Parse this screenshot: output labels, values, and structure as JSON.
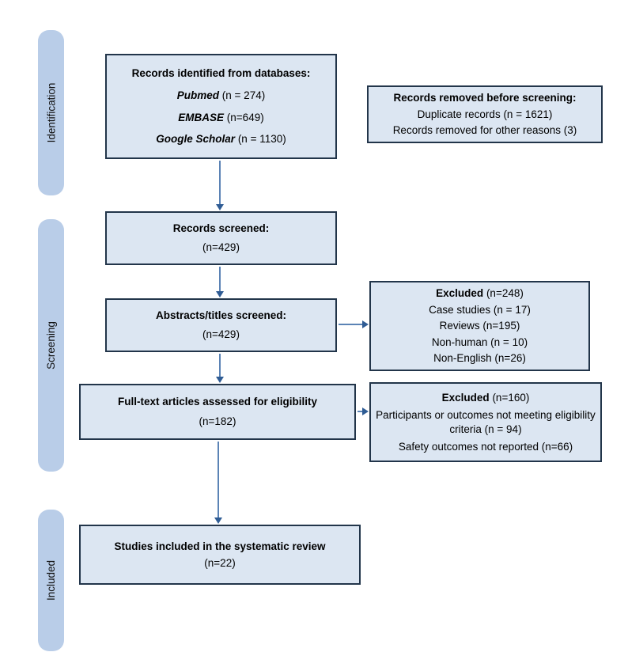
{
  "colors": {
    "box_fill": "#dce6f2",
    "box_border": "#22354a",
    "stage_fill": "#b9cde8",
    "arrow_line": "#5b83b5",
    "arrow_head": "#2f5c94",
    "text": "#000000",
    "background": "#ffffff"
  },
  "sidebar": {
    "stages": [
      {
        "label": "Identification"
      },
      {
        "label": "Screening"
      },
      {
        "label": "Included"
      }
    ]
  },
  "boxes": {
    "identified": {
      "title": "Records identified from databases:",
      "sources": [
        {
          "name": "Pubmed",
          "count": "(n = 274)"
        },
        {
          "name": "EMBASE",
          "count": "(n=649)"
        },
        {
          "name": "Google Scholar",
          "count": "(n = 1130)"
        }
      ]
    },
    "removed": {
      "title": "Records removed before screening:",
      "lines": [
        "Duplicate records  (n = 1621)",
        "Records removed for other reasons (3)"
      ]
    },
    "screened": {
      "title": "Records screened:",
      "count": "(n=429)"
    },
    "abstracts": {
      "title": "Abstracts/titles screened:",
      "count": "(n=429)"
    },
    "excluded_screening": {
      "title": "Excluded",
      "count": "(n=248)",
      "lines": [
        "Case studies (n = 17)",
        "Reviews (n=195)",
        "Non-human (n = 10)",
        "Non-English  (n=26)"
      ]
    },
    "fulltext": {
      "title": "Full-text articles assessed for eligibility",
      "count": "(n=182)"
    },
    "excluded_eligibility": {
      "title": "Excluded",
      "count": "(n=160)",
      "lines": [
        "Participants or outcomes not meeting eligibility criteria (n = 94)",
        "Safety outcomes not reported (n=66)"
      ]
    },
    "included": {
      "title": "Studies included in the systematic review",
      "count": "(n=22)"
    }
  }
}
